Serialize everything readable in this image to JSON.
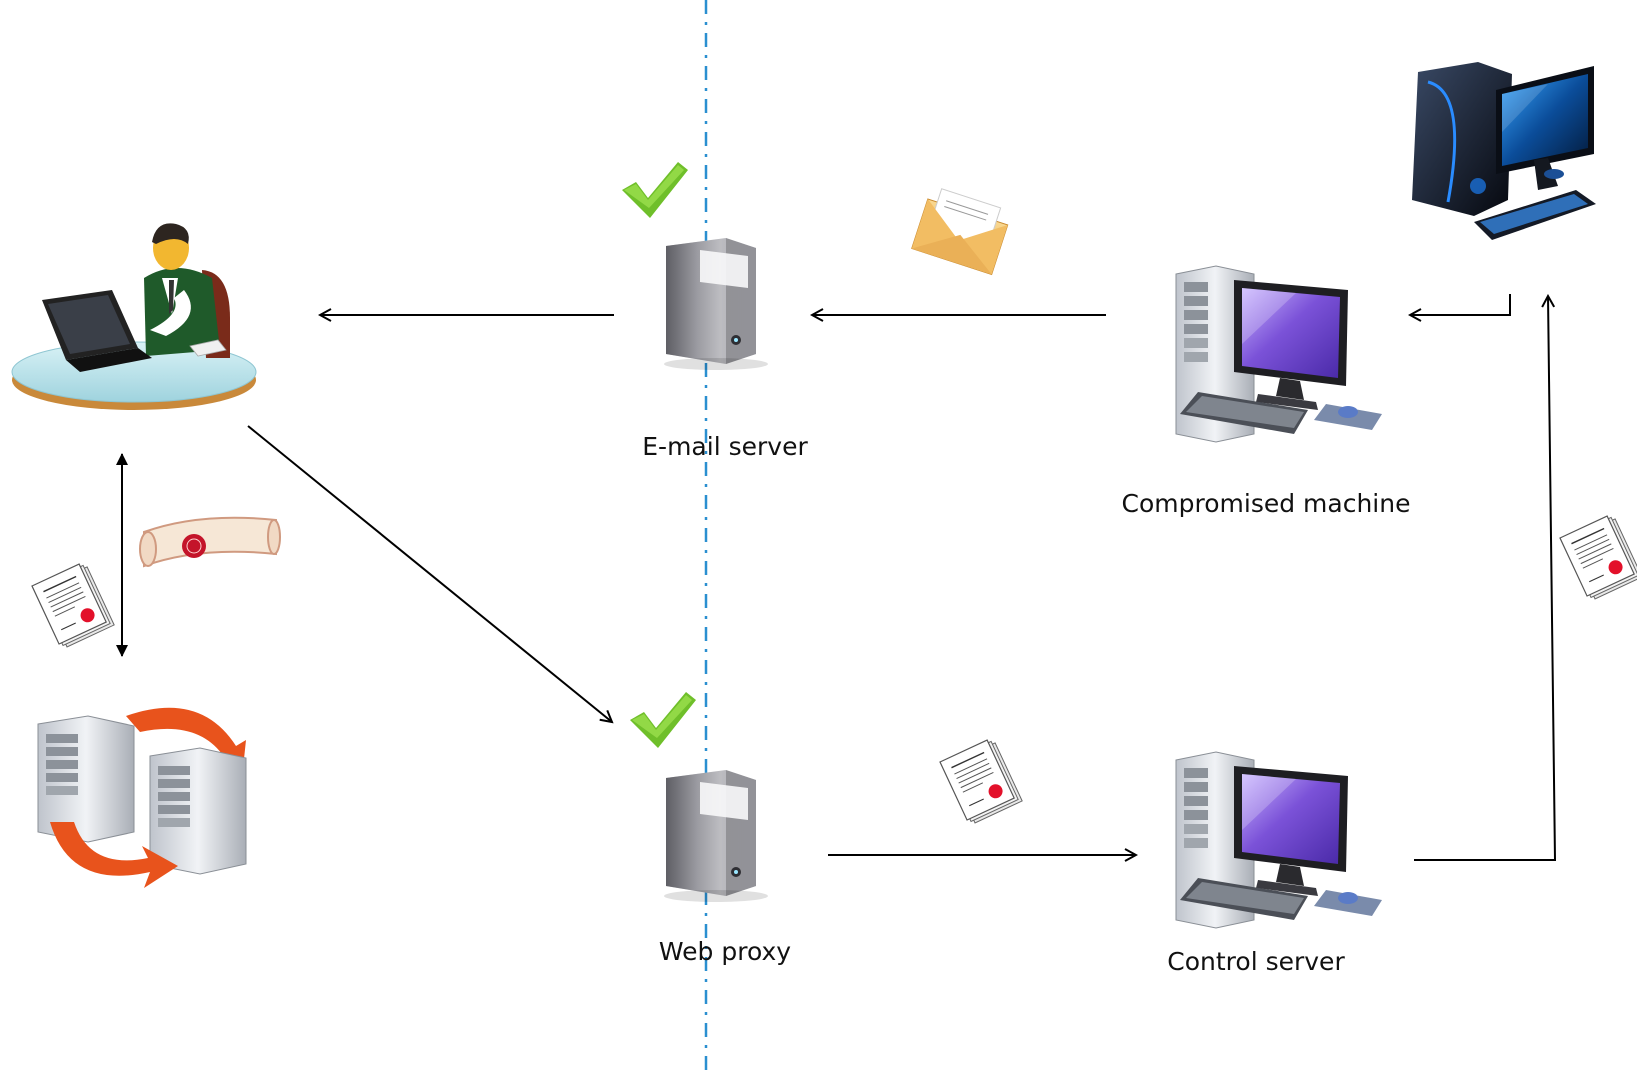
{
  "labels": {
    "email_server": "E-mail server",
    "compromised_machine": "Compromised machine",
    "web_proxy": "Web proxy",
    "control_server": "Control server"
  },
  "icons": {
    "user": "employee-at-laptop-icon",
    "replication": "server-replication-icon",
    "email_server": "server-tower-icon",
    "web_proxy": "server-tower-icon",
    "compromised_machine": "desktop-computer-icon",
    "control_server": "desktop-computer-icon",
    "attacker": "gaming-desktop-computer-icon",
    "email": "envelope-icon",
    "certificate": "certificate-document-icon",
    "diploma": "diploma-scroll-icon",
    "check": "checkmark-icon"
  },
  "colors": {
    "divider": "#2a8fd0",
    "arrow": "#000000",
    "check": "#6fbf2a",
    "replication_arrow": "#e8531c",
    "screen": "#6a3fc8",
    "seal": "#e3102a"
  }
}
